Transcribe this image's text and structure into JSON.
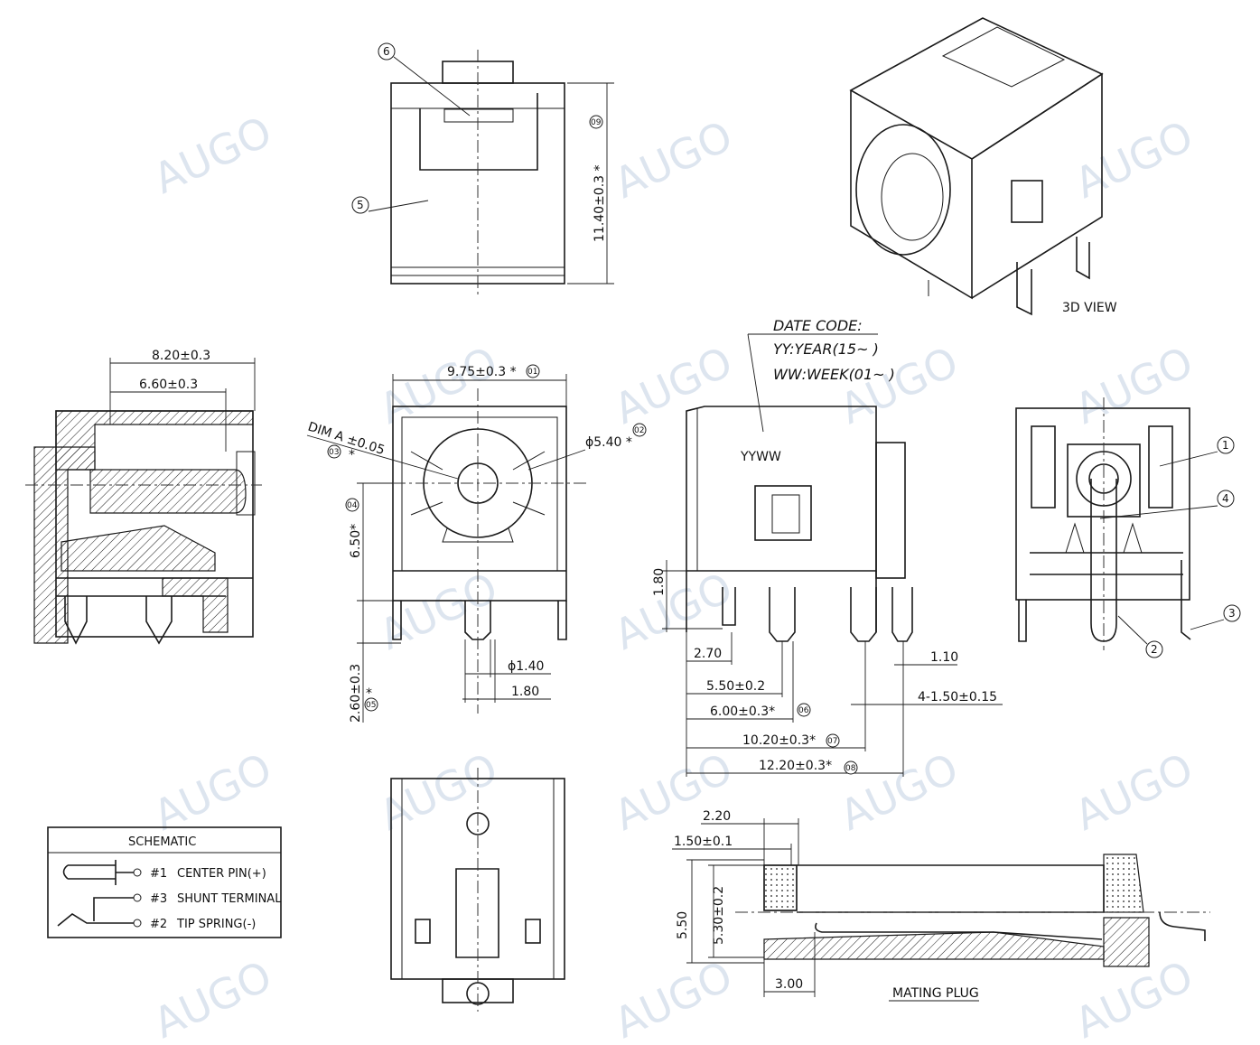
{
  "watermark": "AUGO",
  "views": {
    "three_d_label": "3D VIEW"
  },
  "date_code": {
    "title": "DATE CODE:",
    "line1": "YY:YEAR(15~ )",
    "line2": "WW:WEEK(01~ )",
    "marking": "YYWW"
  },
  "dimensions": {
    "d_820": "8.20±0.3",
    "d_660": "6.60±0.3",
    "d_975": "9.75±0.3 *",
    "d_dim_a": "DIM A ±0.05",
    "d_540": "ϕ5.40 *",
    "d_1140": "11.40±0.3 *",
    "d_650": "6.50*",
    "d_260": "2.60±0.3",
    "d_140": "ϕ1.40",
    "d_180_bottom": "1.80",
    "d_180_side": "1.80",
    "d_270": "2.70",
    "d_550": "5.50±0.2",
    "d_600": "6.00±0.3*",
    "d_1020": "10.20±0.3*",
    "d_1220": "12.20±0.3*",
    "d_110": "1.10",
    "d_4x150": "4-1.50±0.15",
    "d_220": "2.20",
    "d_150": "1.50±0.1",
    "d_550_plug": "5.50",
    "d_530": "5.30±0.2",
    "d_300": "3.00",
    "star": "*"
  },
  "callouts": [
    "1",
    "2",
    "3",
    "4",
    "5",
    "6"
  ],
  "dim_tags": [
    "01",
    "02",
    "03",
    "04",
    "05",
    "06",
    "07",
    "08",
    "09"
  ],
  "schematic": {
    "title": "SCHEMATIC",
    "pins": [
      {
        "num": "#1",
        "label": "CENTER PIN(+)"
      },
      {
        "num": "#3",
        "label": "SHUNT TERMINAL"
      },
      {
        "num": "#2",
        "label": "TIP SPRING(-)"
      }
    ]
  },
  "mating_plug": "MATING PLUG"
}
